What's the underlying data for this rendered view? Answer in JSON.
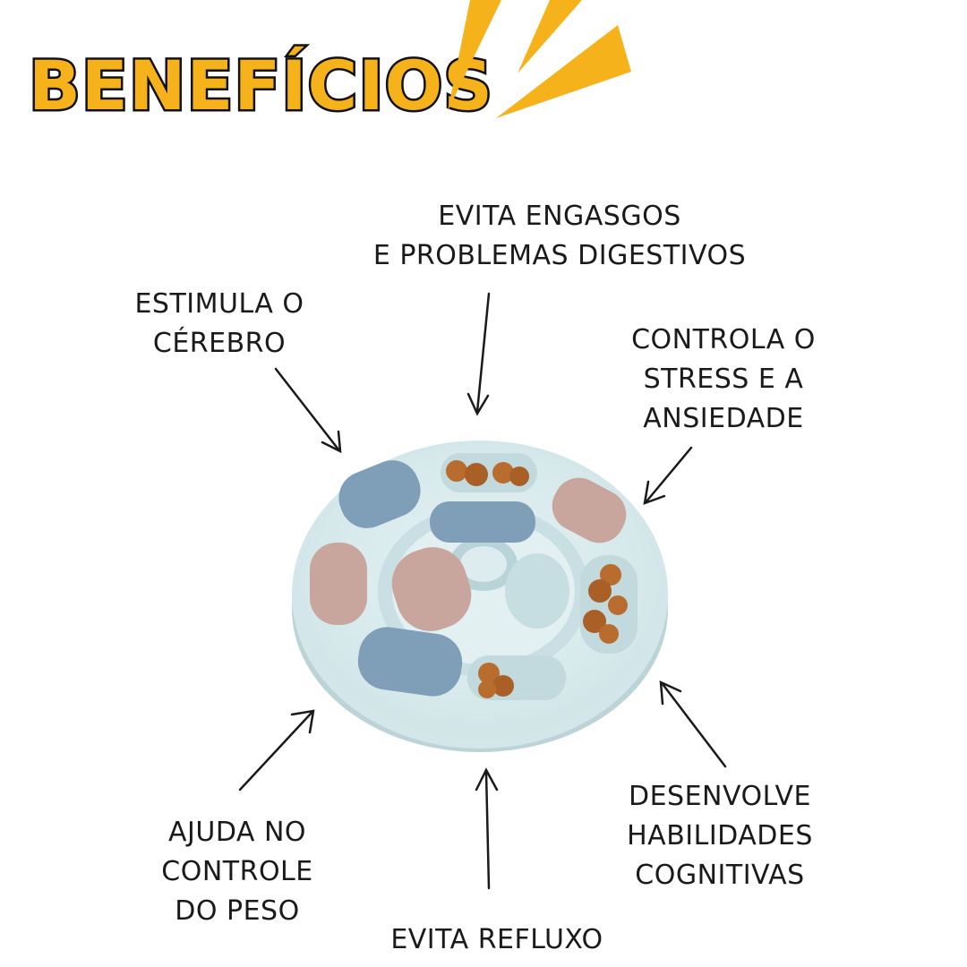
{
  "title": "BENEFÍCIOS",
  "benefits": [
    {
      "lines": [
        "EVITA ENGASGOS",
        "E PROBLEMAS DIGESTIVOS"
      ]
    },
    {
      "lines": [
        "ESTIMULA O",
        "CÉREBRO"
      ]
    },
    {
      "lines": [
        "CONTROLA O",
        "STRESS E A",
        "ANSIEDADE"
      ]
    },
    {
      "lines": [
        "AJUDA NO",
        "CONTROLE",
        "DO PESO"
      ]
    },
    {
      "lines": [
        "DESENVOLVE",
        "HABILIDADES",
        "COGNITIVAS"
      ]
    },
    {
      "lines": [
        "EVITA REFLUXO"
      ]
    }
  ],
  "colors": {
    "accent": "#f6b21b",
    "text": "#1a1a1a",
    "feeder_body": "#dceef0",
    "lid_blue": "#7f9fb8",
    "lid_pink": "#c9a69d",
    "kibble": "#b86d2e"
  }
}
